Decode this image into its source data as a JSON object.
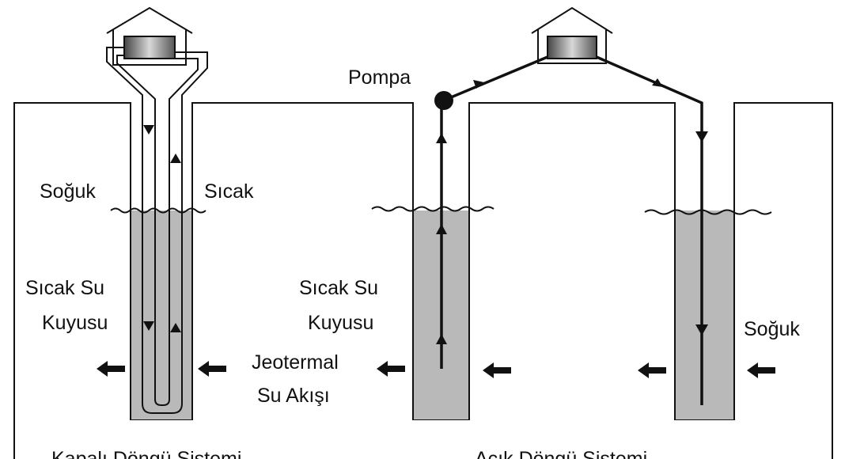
{
  "labels": {
    "cold_left": "Soğuk",
    "hot_left": "Sıcak",
    "hot_well_left_line1": "Sıcak Su",
    "hot_well_left_line2": "Kuyusu",
    "hot_well_mid_line1": "Sıcak Su",
    "hot_well_mid_line2": "Kuyusu",
    "geo_flow_line1": "Jeotermal",
    "geo_flow_line2": "Su Akışı",
    "pump": "Pompa",
    "cold_right": "Soğuk",
    "closed_loop": "Kapalı Döngü Sistemi",
    "open_loop": "Açık Döngü Sistemi"
  },
  "colors": {
    "water": "#b9b9b9",
    "lines": "#111111",
    "background": "#ffffff"
  }
}
